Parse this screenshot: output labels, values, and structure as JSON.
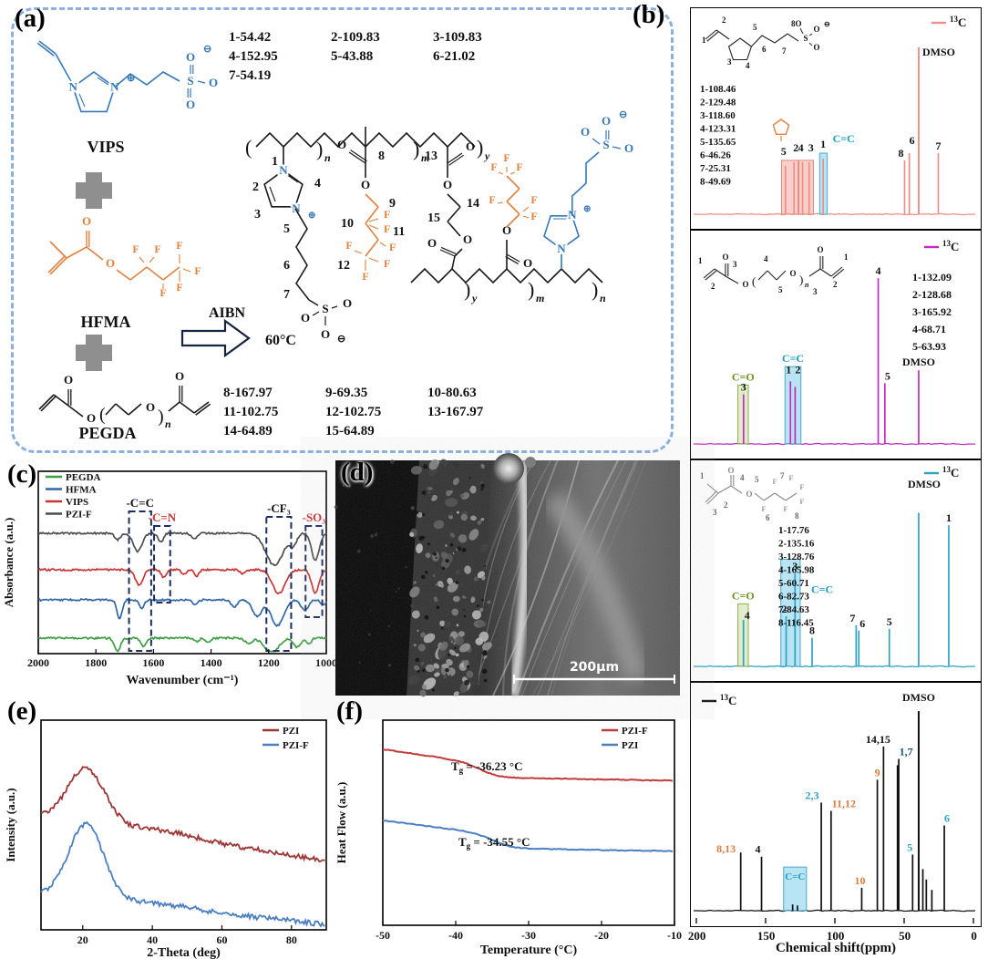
{
  "panels": {
    "a": "(a)",
    "b": "(b)",
    "c": "(c)",
    "d": "(d)",
    "e": "(e)",
    "f": "(f)"
  },
  "glyphs": {
    "O": "O",
    "N": "N",
    "S": "S",
    "F": "F",
    "plus_circ": "⊕",
    "minus_circ": "⊖",
    "sub_n": "n",
    "sub_m": "m",
    "sub_y": "y",
    "lpar": "(",
    "rpar": ")"
  },
  "panel_a": {
    "monomers": [
      {
        "name": "VIPS",
        "color": "#3678b8"
      },
      {
        "name": "HFMA",
        "color": "#e2813f"
      },
      {
        "name": "PEGDA",
        "color": "#1a1a1a"
      }
    ],
    "initiator": "AIBN",
    "temperature": "60°C",
    "product_numbers": [
      "1",
      "2",
      "3",
      "4",
      "5",
      "6",
      "7",
      "8",
      "9",
      "10",
      "11",
      "12",
      "13",
      "14",
      "15"
    ],
    "shifts_top": [
      "1-54.42",
      "2-109.83",
      "3-109.83",
      "4-152.95",
      "5-43.88",
      "6-21.02",
      "7-54.19"
    ],
    "shifts_bottom": [
      "8-167.97",
      "9-69.35",
      "10-80.63",
      "11-102.75",
      "12-102.75",
      "13-167.97",
      "14-64.89",
      "15-64.89"
    ]
  },
  "panel_d": {
    "scale_label": "200μm"
  },
  "chart_data": [
    {
      "id": "nmr_vips",
      "type": "nmr",
      "color": "#ef8f8a",
      "legend": "13C",
      "solvent_label": "DMSO",
      "peak_list": [
        "1-108.46",
        "2-129.48",
        "3-118.60",
        "4-123.31",
        "5-135.65",
        "6-46.26",
        "7-25.31",
        "8-49.69"
      ],
      "inset_numbers": [
        "1",
        "2",
        "3",
        "4",
        "5",
        "6",
        "7",
        "8"
      ],
      "peaks": [
        {
          "ppm": 135.65,
          "h": 0.27,
          "label": "5",
          "dx": -2,
          "dy": -8
        },
        {
          "ppm": 129.48,
          "h": 0.29,
          "label": "2",
          "dx": 2,
          "dy": -8
        },
        {
          "ppm": 123.31,
          "h": 0.29,
          "label": "4",
          "dx": -2,
          "dy": -8
        },
        {
          "ppm": 118.6,
          "h": 0.29,
          "label": "3",
          "dx": 2,
          "dy": -8
        },
        {
          "ppm": 108.46,
          "h": 0.31,
          "label": "1",
          "dy": -8
        },
        {
          "ppm": 49.69,
          "h": 0.3,
          "label": "8",
          "dx": -4
        },
        {
          "ppm": 46.26,
          "h": 0.34,
          "label": "6",
          "dx": 3,
          "dy": -6
        },
        {
          "ppm": 39.5,
          "h": 0.93,
          "label": ""
        },
        {
          "ppm": 25.31,
          "h": 0.34,
          "label": "7"
        }
      ],
      "boxes": [
        {
          "from": 138.5,
          "to": 126.5,
          "kind": "salmon",
          "hf": 0.3
        },
        {
          "from": 126.0,
          "to": 115.5,
          "kind": "salmon",
          "hf": 0.3
        },
        {
          "from": 111.0,
          "to": 105.5,
          "kind": "blue",
          "hf": 0.34,
          "note": "C=C",
          "note_pos": "off",
          "note_off": [
            6,
            -12
          ]
        }
      ]
    },
    {
      "id": "nmr_pegda",
      "type": "nmr",
      "color": "#c32cc3",
      "legend": "13C",
      "solvent_label": "DMSO",
      "peak_list": [
        "1-132.09",
        "2-128.68",
        "3-165.92",
        "4-68.71",
        "5-63.93"
      ],
      "inset_numbers": [
        "1",
        "2",
        "3",
        "4",
        "5",
        "3",
        "2",
        "1"
      ],
      "peaks": [
        {
          "ppm": 165.92,
          "h": 0.27,
          "label": "3"
        },
        {
          "ppm": 132.09,
          "h": 0.34,
          "label": "1",
          "dx": -2,
          "dy": -5
        },
        {
          "ppm": 128.68,
          "h": 0.31,
          "label": "2",
          "dx": 3,
          "dy": -11
        },
        {
          "ppm": 68.71,
          "h": 0.9,
          "label": "4"
        },
        {
          "ppm": 63.93,
          "h": 0.33,
          "label": "5",
          "dx": 3
        },
        {
          "ppm": 39.5,
          "h": 0.4,
          "label": ""
        }
      ],
      "boxes": [
        {
          "from": 170,
          "to": 162.5,
          "kind": "green",
          "hf": 0.32,
          "note": "C=O",
          "note_pos": "above"
        },
        {
          "from": 136,
          "to": 124.5,
          "kind": "blue",
          "hf": 0.42,
          "note": "C=C",
          "note_pos": "above"
        }
      ]
    },
    {
      "id": "nmr_hfma",
      "type": "nmr",
      "color": "#2ba3c2",
      "legend": "13C",
      "solvent_label": "DMSO",
      "peak_list": [
        "1-17.76",
        "2-135.16",
        "3-128.76",
        "4-165.98",
        "5-60.71",
        "6-82.73",
        "7-84.63",
        "8-116.45"
      ],
      "inset_numbers": [
        "1",
        "2",
        "3",
        "4",
        "5",
        "6",
        "7",
        "8"
      ],
      "peaks": [
        {
          "ppm": 165.98,
          "h": 0.26,
          "label": "4",
          "dx": 4,
          "dy": 3
        },
        {
          "ppm": 135.16,
          "h": 0.28,
          "label": "2",
          "dx": -2
        },
        {
          "ppm": 128.76,
          "h": 0.52,
          "label": "3"
        },
        {
          "ppm": 116.45,
          "h": 0.16,
          "label": "8"
        },
        {
          "ppm": 84.63,
          "h": 0.23,
          "label": "7",
          "dx": -4
        },
        {
          "ppm": 82.73,
          "h": 0.2,
          "label": "6",
          "dx": 4
        },
        {
          "ppm": 60.71,
          "h": 0.21,
          "label": "5"
        },
        {
          "ppm": 39.5,
          "h": 0.86,
          "label": ""
        },
        {
          "ppm": 17.76,
          "h": 0.79,
          "label": "1"
        }
      ],
      "boxes": [
        {
          "from": 170,
          "to": 162.5,
          "kind": "green",
          "hf": 0.35,
          "note": "C=O",
          "note_pos": "above"
        },
        {
          "from": 139,
          "to": 125,
          "kind": "blue",
          "hf": 0.6,
          "note": "C=C",
          "note_pos": "off",
          "note_off": [
            12,
            37
          ]
        }
      ]
    },
    {
      "id": "nmr_pzif",
      "type": "nmr",
      "color": "#111111",
      "legend": "13C",
      "solvent_label": "DMSO",
      "xticks": [
        200,
        150,
        100,
        50,
        0
      ],
      "xlabel": "Chemical shift(ppm)",
      "peaks": [
        {
          "ppm": 167.97,
          "h": 0.28,
          "label": "8,13",
          "lc": "#e07b39",
          "dx": -16,
          "dy": 4
        },
        {
          "ppm": 152.95,
          "h": 0.26,
          "label": "4",
          "lc": "#111111",
          "dx": -4
        },
        {
          "ppm": 130.5,
          "h": 0.03,
          "label": ""
        },
        {
          "ppm": 127.0,
          "h": 0.025,
          "label": ""
        },
        {
          "ppm": 109.83,
          "h": 0.52,
          "label": "2,3",
          "lc": "#2ba3c2",
          "dx": -10
        },
        {
          "ppm": 102.75,
          "h": 0.48,
          "label": "11,12",
          "lc": "#e07b39",
          "dx": 14
        },
        {
          "ppm": 80.63,
          "h": 0.11,
          "label": "10",
          "lc": "#e07b39",
          "dx": -2
        },
        {
          "ppm": 69.35,
          "h": 0.63,
          "label": "9",
          "lc": "#e07b39"
        },
        {
          "ppm": 64.89,
          "h": 0.79,
          "label": "14,15",
          "lc": "#111111",
          "dx": -6
        },
        {
          "ppm": 54.8,
          "h": 0.7,
          "label": ""
        },
        {
          "ppm": 53.9,
          "h": 0.73,
          "label": "1,7",
          "lc": "#16557d",
          "dx": 8
        },
        {
          "ppm": 43.88,
          "h": 0.27,
          "label": "5",
          "lc": "#2ba3c2",
          "dx": -3
        },
        {
          "ppm": 39.5,
          "h": 0.96,
          "label": ""
        },
        {
          "ppm": 36.5,
          "h": 0.2,
          "label": ""
        },
        {
          "ppm": 34.0,
          "h": 0.15,
          "label": ""
        },
        {
          "ppm": 30.0,
          "h": 0.1,
          "label": ""
        },
        {
          "ppm": 21.02,
          "h": 0.41,
          "label": "6",
          "lc": "#2ba3c2",
          "dx": 3
        }
      ],
      "boxes": [
        {
          "from": 137,
          "to": 120.5,
          "kind": "blue",
          "hf": 0.21,
          "note": "C=C",
          "note_pos": "inside"
        }
      ]
    },
    {
      "id": "ftir",
      "type": "line",
      "xlabel": "Wavenumber (cm⁻¹)",
      "ylabel": "Absorbance (a.u.)",
      "x_range": [
        2000,
        1000
      ],
      "xticks": [
        2000,
        1800,
        1600,
        1400,
        1200,
        1000
      ],
      "legend_entries": [
        {
          "label": "PEGDA",
          "color": "#3f9e43"
        },
        {
          "label": "HFMA",
          "color": "#2f66a8"
        },
        {
          "label": "VIPS",
          "color": "#cc3333"
        },
        {
          "label": "PZI-F",
          "color": "#4d4d4d"
        }
      ],
      "annotations": [
        {
          "text": "-C=C",
          "color": "#111111",
          "w_from": 1685,
          "w_to": 1608,
          "y_from": 0.22,
          "y_to": 0.985
        },
        {
          "text": "-C=N",
          "color": "#cc3333",
          "w_from": 1598,
          "w_to": 1542,
          "y_from": 0.3,
          "y_to": 0.72
        },
        {
          "text": "-CF₃",
          "color": "#111111",
          "w_from": 1208,
          "w_to": 1122,
          "y_from": 0.25,
          "y_to": 0.985
        },
        {
          "text": "-SO₃",
          "color": "#cc3333",
          "w_from": 1072,
          "w_to": 1014,
          "y_from": 0.3,
          "y_to": 0.8
        }
      ],
      "series": [
        {
          "name": "PZI-F",
          "color": "#4d4d4d",
          "baseline": 0.34,
          "dips": [
            [
              1725,
              10,
              0.035
            ],
            [
              1655,
              15,
              0.1
            ],
            [
              1575,
              9,
              0.05
            ],
            [
              1460,
              10,
              0.03
            ],
            [
              1180,
              30,
              0.175
            ],
            [
              1115,
              12,
              0.06
            ],
            [
              1038,
              13,
              0.15
            ]
          ]
        },
        {
          "name": "VIPS",
          "color": "#cc3333",
          "baseline": 0.54,
          "dips": [
            [
              1650,
              13,
              0.085
            ],
            [
              1565,
              9,
              0.04
            ],
            [
              1495,
              8,
              0.025
            ],
            [
              1450,
              8,
              0.035
            ],
            [
              1290,
              10,
              0.02
            ],
            [
              1165,
              22,
              0.13
            ],
            [
              1038,
              13,
              0.125
            ]
          ]
        },
        {
          "name": "HFMA",
          "color": "#2f66a8",
          "baseline": 0.705,
          "dips": [
            [
              1718,
              9,
              0.1
            ],
            [
              1640,
              8,
              0.05
            ],
            [
              1455,
              9,
              0.03
            ],
            [
              1320,
              10,
              0.04
            ],
            [
              1240,
              16,
              0.09
            ],
            [
              1170,
              22,
              0.14
            ],
            [
              1075,
              12,
              0.06
            ],
            [
              1010,
              8,
              0.03
            ]
          ]
        },
        {
          "name": "PEGDA",
          "color": "#3f9e43",
          "baseline": 0.915,
          "dips": [
            [
              1725,
              10,
              0.075
            ],
            [
              1635,
              9,
              0.045
            ],
            [
              1450,
              8,
              0.02
            ],
            [
              1410,
              8,
              0.025
            ],
            [
              1270,
              12,
              0.03
            ],
            [
              1190,
              24,
              0.08
            ],
            [
              1100,
              13,
              0.05
            ],
            [
              1060,
              8,
              0.03
            ]
          ]
        }
      ]
    },
    {
      "id": "xrd",
      "type": "line",
      "xlabel": "2-Theta (deg)",
      "ylabel": "Intensity (a.u.)",
      "x_range": [
        8,
        90
      ],
      "xticks": [
        20,
        40,
        60,
        80
      ],
      "legend_entries": [
        {
          "label": "PZI",
          "color": "#9e3535"
        },
        {
          "label": "PZI-F",
          "color": "#4a7fc1"
        }
      ],
      "series": [
        {
          "name": "PZI",
          "color": "#9e3535",
          "baseline": 0.455,
          "slope": 0.215,
          "peak": {
            "center": 21,
            "sigma": 5.2,
            "amp": 0.26
          },
          "bump": {
            "center": 43,
            "sigma": 9,
            "amp": 0.02
          },
          "noise": 0.012
        },
        {
          "name": "PZI-F",
          "color": "#4a7fc1",
          "baseline": 0.83,
          "slope": 0.145,
          "peak": {
            "center": 21,
            "sigma": 5.0,
            "amp": 0.355
          },
          "bump": {
            "center": 43,
            "sigma": 9,
            "amp": 0.015
          },
          "noise": 0.012
        }
      ]
    },
    {
      "id": "dsc",
      "type": "line",
      "xlabel": "Temperature (°C)",
      "ylabel": "Heat Flow (a.u.)",
      "x_range": [
        -50,
        -10
      ],
      "xticks": [
        -50,
        -40,
        -30,
        -20,
        -10
      ],
      "legend_entries": [
        {
          "label": "PZI-F",
          "color": "#c23b3b"
        },
        {
          "label": "PZI",
          "color": "#4a7fc1"
        }
      ],
      "series": [
        {
          "name": "PZI-F",
          "color": "#c23b3b",
          "tg": -36.23,
          "tg_label": "Tg = -36.23 °C",
          "y0": 0.142,
          "slope": 0.0051,
          "step": 0.067
        },
        {
          "name": "PZI",
          "color": "#4a7fc1",
          "tg": -34.55,
          "tg_label": "Tg = -34.55 °C",
          "y0": 0.489,
          "slope": 0.00444,
          "step": 0.0667
        }
      ]
    }
  ]
}
